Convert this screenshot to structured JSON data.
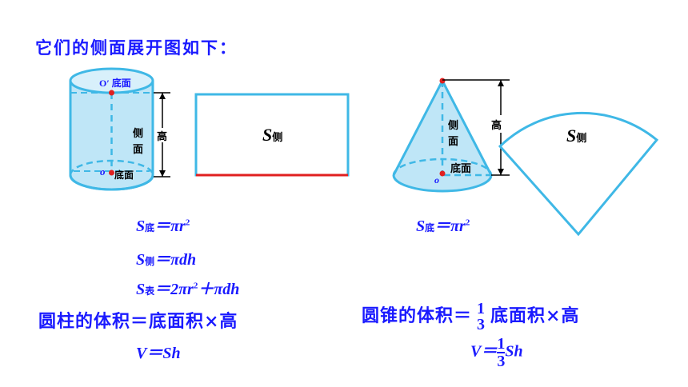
{
  "heading": "它们的侧面展开图如下：",
  "colors": {
    "text": "#1a1aff",
    "cyan": "#3fb8e6",
    "fill": "#bfe6f7",
    "red": "#e02020"
  },
  "cylinder": {
    "top_label": "O′ 底面",
    "bottom_label": "底面",
    "bottom_point": "o",
    "side_char_1": "侧",
    "side_char_2": "面",
    "height_label": "高"
  },
  "rectangle": {
    "s": "S",
    "sub": "侧"
  },
  "cone": {
    "side_char_1": "侧",
    "side_char_2": "面",
    "base_label": "底面",
    "bottom_point": "o",
    "height_label": "高"
  },
  "sector": {
    "s": "S",
    "sub": "侧"
  },
  "formulas_cylinder": {
    "base": {
      "s": "S",
      "sub": "底",
      "rhs": "＝πr",
      "exp": "2"
    },
    "side": {
      "s": "S",
      "sub": "侧",
      "rhs": "＝πdh"
    },
    "surface": {
      "s": "S",
      "sub": "表",
      "rhs1": "＝2πr",
      "exp": "2",
      "rhs2": "＋πdh"
    },
    "volume_text": "圆柱的体积＝底面积×高",
    "volume_formula": "V＝Sh"
  },
  "formulas_cone": {
    "base": {
      "s": "S",
      "sub": "底",
      "rhs": "＝πr",
      "exp": "2"
    },
    "volume_prefix": "圆锥的体积＝",
    "frac_num": "1",
    "frac_den": "3",
    "volume_suffix": "底面积×高",
    "formula_prefix": "V＝",
    "formula_suffix": "Sh"
  }
}
